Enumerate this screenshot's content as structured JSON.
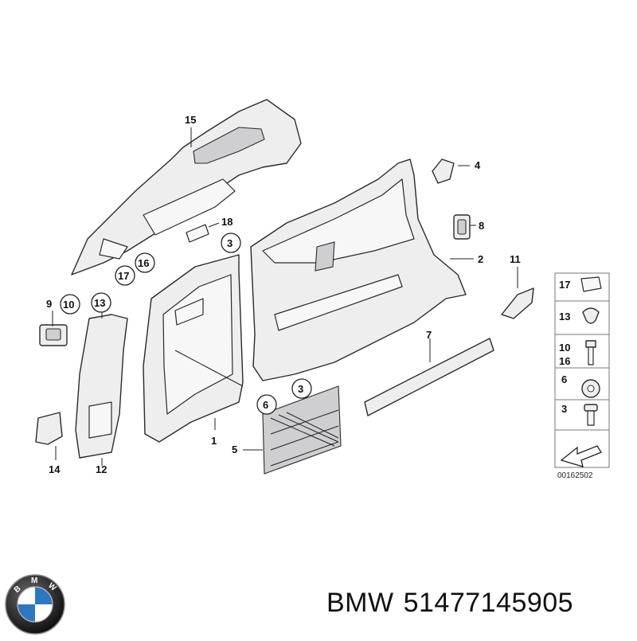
{
  "diagram": {
    "diagram_code": "00162502",
    "callouts": {
      "c1": "1",
      "c2": "2",
      "c3a": "3",
      "c3b": "3",
      "c4": "4",
      "c5": "5",
      "c6": "6",
      "c7": "7",
      "c8": "8",
      "c9": "9",
      "c10": "10",
      "c11": "11",
      "c12": "12",
      "c13": "13",
      "c14": "14",
      "c15": "15",
      "c16": "16",
      "c17": "17",
      "c18": "18"
    },
    "legend": [
      "17",
      "13",
      "10",
      "16",
      "6",
      "3"
    ]
  },
  "footer": {
    "brand": "BMW",
    "part_number": "51477145905",
    "logo_letters": "BMW"
  }
}
